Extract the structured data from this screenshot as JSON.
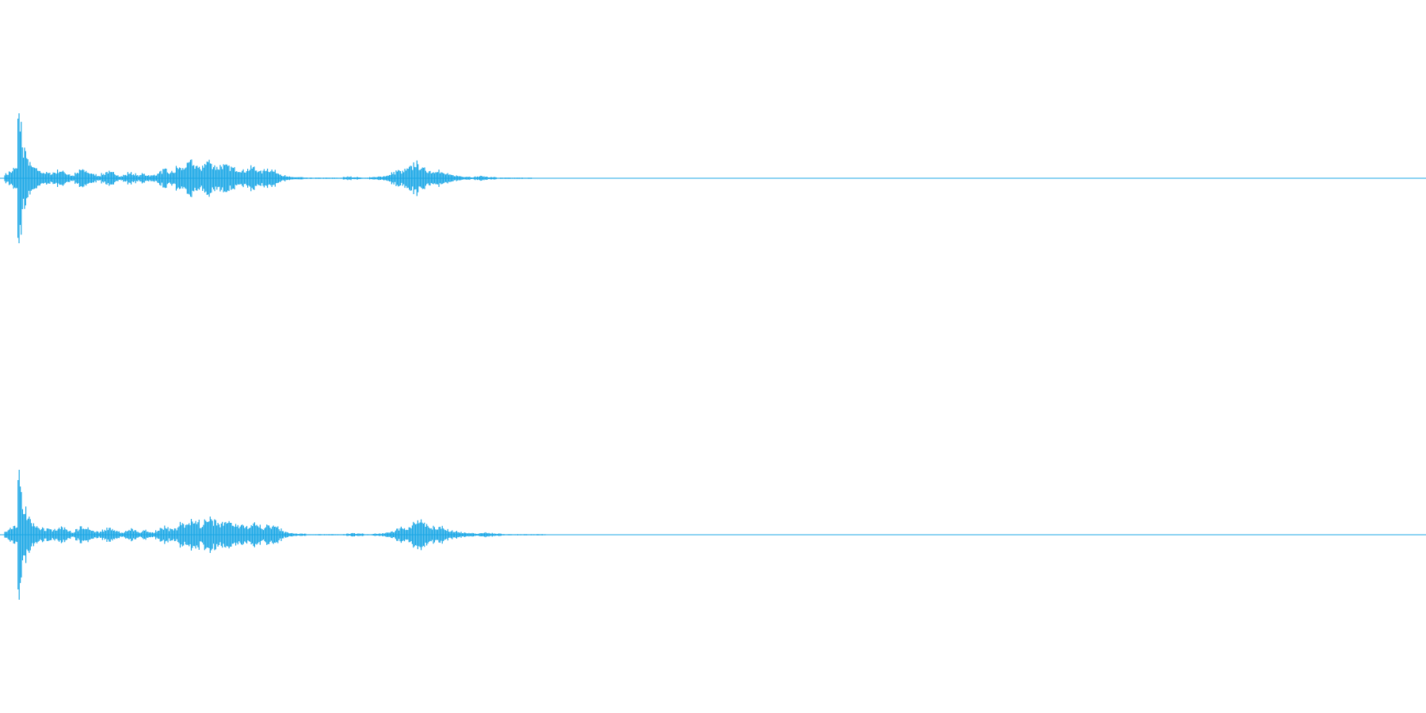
{
  "colors": {
    "background": "#ffffff",
    "waveform": "#1aa7e6"
  },
  "waveform": {
    "channels": [
      {
        "name": "",
        "peak_amplitude": 1.0,
        "envelope": [
          0.08,
          0.12,
          0.18,
          1.0,
          0.55,
          0.32,
          0.2,
          0.16,
          0.12,
          0.1,
          0.09,
          0.11,
          0.14,
          0.12,
          0.08,
          0.05,
          0.09,
          0.16,
          0.13,
          0.1,
          0.07,
          0.05,
          0.08,
          0.12,
          0.1,
          0.07,
          0.04,
          0.06,
          0.1,
          0.08,
          0.05,
          0.08,
          0.06,
          0.05,
          0.07,
          0.12,
          0.15,
          0.1,
          0.12,
          0.2,
          0.18,
          0.24,
          0.3,
          0.24,
          0.18,
          0.26,
          0.32,
          0.25,
          0.2,
          0.24,
          0.22,
          0.2,
          0.18,
          0.16,
          0.14,
          0.17,
          0.2,
          0.16,
          0.12,
          0.18,
          0.16,
          0.13,
          0.1,
          0.05,
          0.03,
          0.02,
          0.02,
          0.02,
          0.01,
          0.01,
          0.01,
          0.01,
          0.01,
          0.01,
          0.01,
          0.01,
          0.01,
          0.02,
          0.03,
          0.02,
          0.02,
          0.01,
          0.01,
          0.02,
          0.02,
          0.03,
          0.04,
          0.06,
          0.1,
          0.14,
          0.12,
          0.16,
          0.2,
          0.28,
          0.22,
          0.17,
          0.14,
          0.12,
          0.16,
          0.1,
          0.08,
          0.06,
          0.05,
          0.04,
          0.03,
          0.03,
          0.02,
          0.03,
          0.04,
          0.03,
          0.02,
          0.02,
          0.01,
          0.01,
          0.01,
          0.01,
          0.01,
          0.01,
          0.01,
          0.01
        ],
        "active_fraction": 0.37
      },
      {
        "name": "",
        "peak_amplitude": 1.0,
        "envelope": [
          0.08,
          0.12,
          0.18,
          1.0,
          0.55,
          0.32,
          0.2,
          0.16,
          0.12,
          0.1,
          0.09,
          0.11,
          0.14,
          0.12,
          0.08,
          0.05,
          0.09,
          0.16,
          0.13,
          0.1,
          0.07,
          0.05,
          0.08,
          0.12,
          0.1,
          0.07,
          0.04,
          0.06,
          0.1,
          0.08,
          0.05,
          0.08,
          0.06,
          0.05,
          0.07,
          0.12,
          0.15,
          0.1,
          0.12,
          0.2,
          0.18,
          0.24,
          0.3,
          0.24,
          0.18,
          0.26,
          0.32,
          0.25,
          0.2,
          0.24,
          0.22,
          0.2,
          0.18,
          0.16,
          0.14,
          0.17,
          0.2,
          0.16,
          0.12,
          0.18,
          0.16,
          0.13,
          0.1,
          0.05,
          0.03,
          0.02,
          0.02,
          0.02,
          0.01,
          0.01,
          0.01,
          0.01,
          0.01,
          0.01,
          0.01,
          0.01,
          0.01,
          0.02,
          0.03,
          0.02,
          0.02,
          0.01,
          0.01,
          0.02,
          0.02,
          0.03,
          0.04,
          0.06,
          0.1,
          0.14,
          0.12,
          0.16,
          0.2,
          0.28,
          0.22,
          0.17,
          0.14,
          0.12,
          0.16,
          0.1,
          0.08,
          0.06,
          0.05,
          0.04,
          0.03,
          0.03,
          0.02,
          0.03,
          0.04,
          0.03,
          0.02,
          0.02,
          0.01,
          0.01,
          0.01,
          0.01,
          0.01,
          0.01,
          0.01,
          0.01,
          0.01,
          0.01
        ],
        "active_fraction": 0.38
      }
    ]
  }
}
